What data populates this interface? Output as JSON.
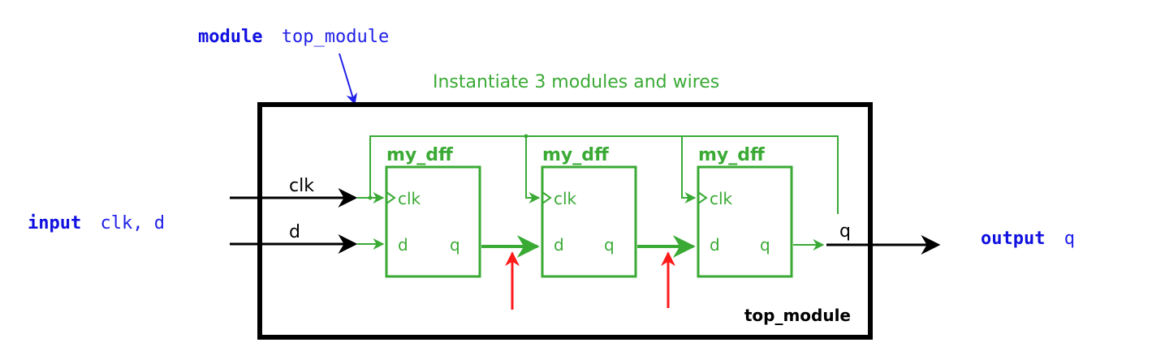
{
  "header": {
    "module_keyword": "module",
    "module_name": "top_module",
    "instantiate_note": "Instantiate 3 modules and wires"
  },
  "outer_box": {
    "label": "top_module"
  },
  "inputs": {
    "keyword": "input",
    "names": "clk, d",
    "clk_label": "clk",
    "d_label": "d"
  },
  "output": {
    "keyword": "output",
    "name": "q",
    "q_label": "q"
  },
  "dffs": [
    {
      "name": "my_dff",
      "clk_port": "clk",
      "d_port": "d",
      "q_port": "q"
    },
    {
      "name": "my_dff",
      "clk_port": "clk",
      "d_port": "d",
      "q_port": "q"
    },
    {
      "name": "my_dff",
      "clk_port": "clk",
      "d_port": "d",
      "q_port": "q"
    }
  ],
  "colors": {
    "keyword_blue": "#1010e0",
    "text_blue": "#2020e8",
    "green": "#3aaa35",
    "black": "#000000",
    "red_arrow": "#ff1a1a"
  }
}
